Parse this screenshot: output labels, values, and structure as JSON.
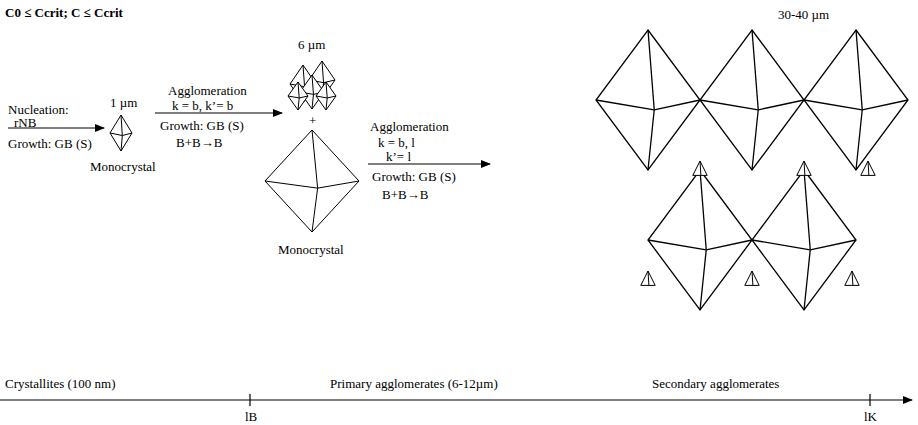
{
  "diagram": {
    "labels": [
      "C0 ≤ Ccrit; C ≤ Ccrit",
      "1 µm",
      "Nucleation:",
      "rNB",
      "Growth: GB (S)",
      "Monocrystal",
      "Agglomeration",
      "k = b, k’= b",
      "Growth: GB (S)",
      "B+B→B",
      "6 µm",
      "+",
      "Monocrystal",
      "Agglomeration",
      "k = b, l",
      "k’= l",
      "Growth: GB (S)",
      "B+B→B",
      "30-40 µm",
      "Crystallites (100 nm)",
      "Primary agglomerates (6-12µm)",
      "Secondary agglomerates",
      "lB",
      "lK"
    ]
  }
}
